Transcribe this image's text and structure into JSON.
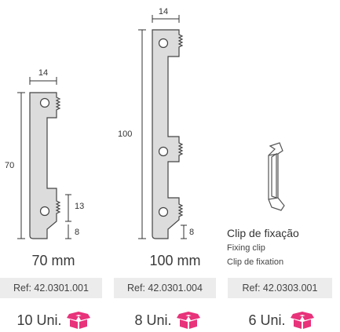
{
  "products": [
    {
      "size_label": "70 mm",
      "ref": "Ref: 42.0301.001",
      "units": "10 Uni.",
      "dims": {
        "width": "14",
        "height": "70",
        "hole_gap": "13",
        "bottom": "8"
      }
    },
    {
      "size_label": "100 mm",
      "ref": "Ref: 42.0301.004",
      "units": "8 Uni.",
      "dims": {
        "width": "14",
        "height": "100",
        "bottom": "8"
      }
    },
    {
      "ref": "Ref: 42.0303.001",
      "units": "6 Uni.",
      "clip_names": [
        "Clip de fixação",
        "Fixing clip",
        "Clip de fixation"
      ]
    }
  ],
  "colors": {
    "part_fill": "#dcdcdc",
    "part_stroke": "#444444",
    "box_icon": "#e8327a",
    "ref_bg": "#ececec"
  },
  "icons": [
    "box-icon"
  ]
}
